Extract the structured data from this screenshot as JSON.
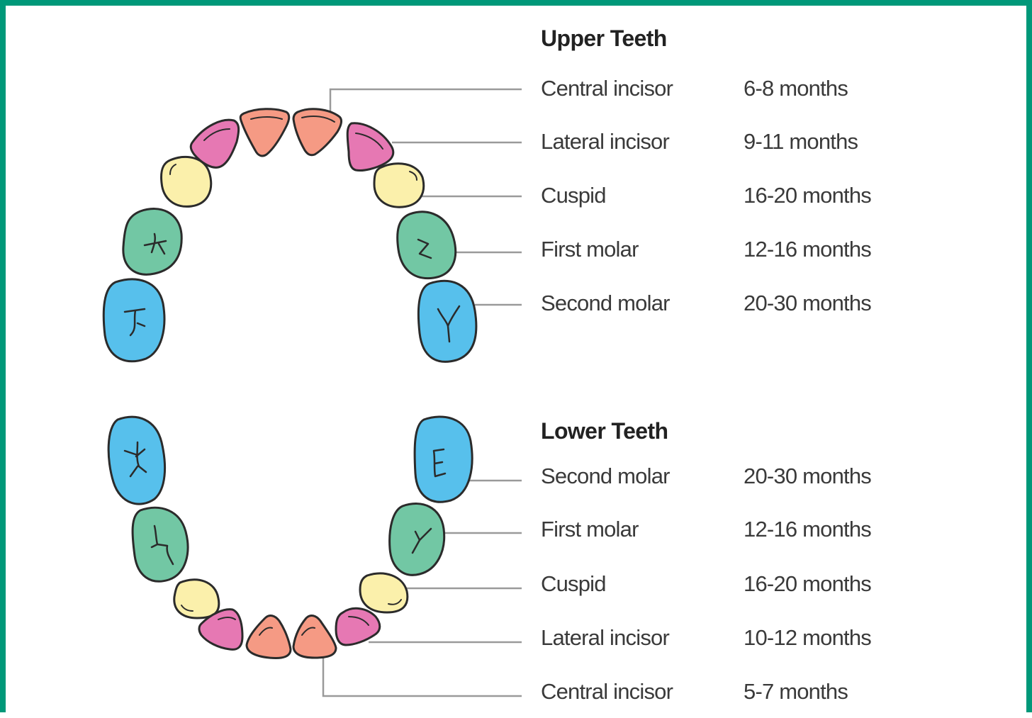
{
  "colors": {
    "border": "#009879",
    "central_incisor": "#f59a84",
    "lateral_incisor": "#e678b3",
    "cuspid": "#fbf0ab",
    "first_molar": "#72c7a4",
    "second_molar": "#57c0ec",
    "outline": "#2b2b2b",
    "leader_line": "#9a9a9a"
  },
  "upper": {
    "heading": "Upper Teeth",
    "rows": [
      {
        "name": "Central incisor",
        "age": "6-8 months"
      },
      {
        "name": "Lateral incisor",
        "age": "9-11 months"
      },
      {
        "name": "Cuspid",
        "age": "16-20 months"
      },
      {
        "name": "First molar",
        "age": "12-16 months"
      },
      {
        "name": "Second molar",
        "age": "20-30 months"
      }
    ]
  },
  "lower": {
    "heading": "Lower Teeth",
    "rows": [
      {
        "name": "Second molar",
        "age": "20-30 months"
      },
      {
        "name": "First molar",
        "age": "12-16 months"
      },
      {
        "name": "Cuspid",
        "age": "16-20 months"
      },
      {
        "name": "Lateral incisor",
        "age": "10-12 months"
      },
      {
        "name": "Central incisor",
        "age": "5-7 months"
      }
    ]
  }
}
